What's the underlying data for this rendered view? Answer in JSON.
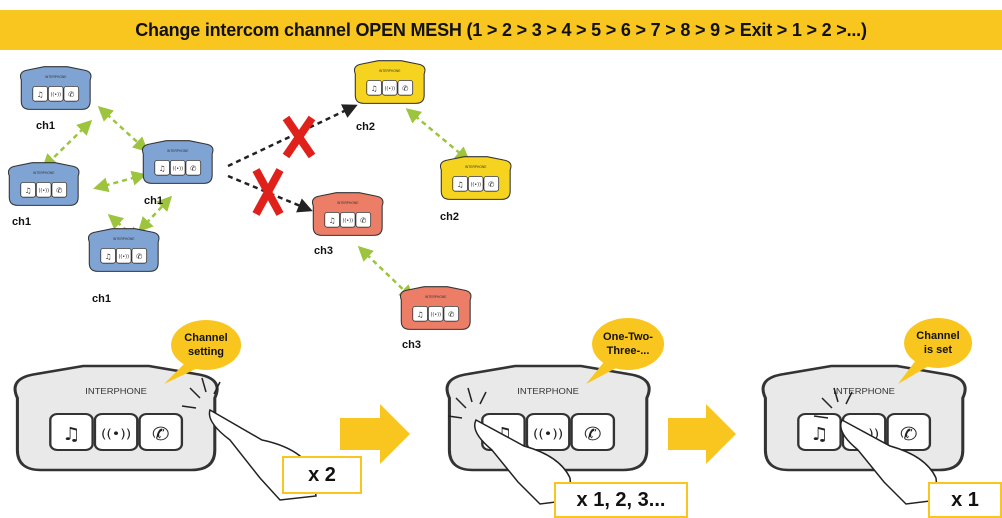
{
  "title": "Change intercom channel OPEN MESH (1 > 2 > 3 > 4 > 5 > 6 > 7 > 8 > 9 > Exit > 1 > 2 >...)",
  "colors": {
    "banner": "#f8c61e",
    "blue": "#7fa3d2",
    "yellow": "#f5d31f",
    "red": "#ec7d67",
    "arrow_green": "#9cc43d",
    "arrow_black": "#222222",
    "cross": "#e0201b",
    "step_arrow": "#f8c61e"
  },
  "devices": [
    {
      "id": "b1",
      "label": "ch1",
      "color": "blue"
    },
    {
      "id": "b2",
      "label": "ch1",
      "color": "blue"
    },
    {
      "id": "b3",
      "label": "ch1",
      "color": "blue"
    },
    {
      "id": "b4",
      "label": "ch1",
      "color": "blue"
    },
    {
      "id": "y1",
      "label": "ch2",
      "color": "yellow"
    },
    {
      "id": "y2",
      "label": "ch2",
      "color": "yellow"
    },
    {
      "id": "r1",
      "label": "ch3",
      "color": "red"
    },
    {
      "id": "r2",
      "label": "ch3",
      "color": "red"
    }
  ],
  "device_brand": "INTERPHONE",
  "steps": [
    {
      "bubble_line1": "Channel",
      "bubble_line2": "setting",
      "bubble_line3": "",
      "count": "x 2"
    },
    {
      "bubble_line1": "One-Two-",
      "bubble_line2": "Three-...",
      "bubble_line3": "",
      "count": "x 1, 2, 3..."
    },
    {
      "bubble_line1": "Channel",
      "bubble_line2": "is set",
      "bubble_line3": "",
      "count": "x 1"
    }
  ],
  "icons": {
    "music": "music-note-icon",
    "intercom": "intercom-waves-icon",
    "phone": "phone-icon",
    "cross": "cross-icon",
    "hand": "hand-pointer-icon"
  }
}
